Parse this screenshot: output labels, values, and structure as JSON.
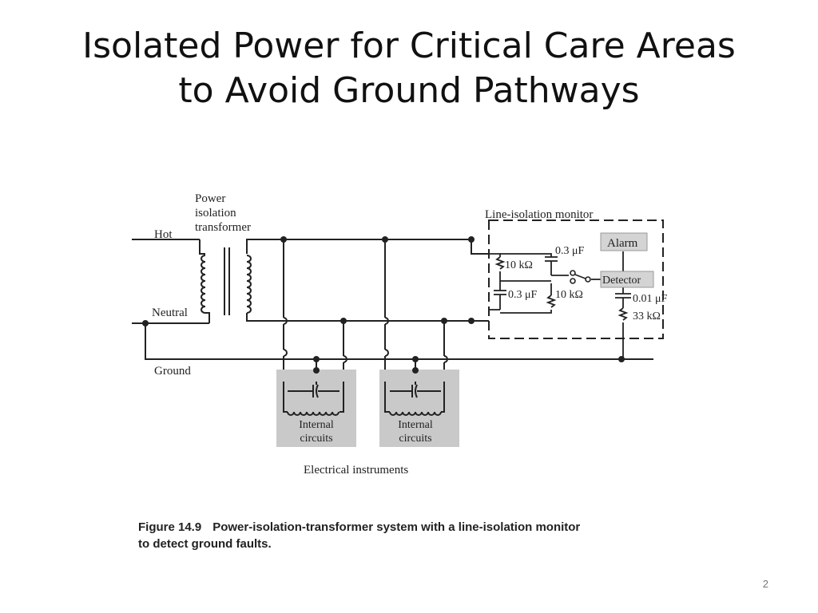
{
  "slide": {
    "title_line1": "Isolated Power for Critical Care Areas",
    "title_line2": "to Avoid Ground Pathways",
    "number": "2"
  },
  "diagram": {
    "labels": {
      "power_line1": "Power",
      "power_line2": "isolation",
      "power_line3": "transformer",
      "hot": "Hot",
      "neutral": "Neutral",
      "ground": "Ground",
      "monitor": "Line-isolation monitor",
      "alarm": "Alarm",
      "detector": "Detector",
      "cap_top": "0.3 μF",
      "res_left": "10 kΩ",
      "cap_bottom": "0.3 μF",
      "res_mid": "10 kΩ",
      "cap_detector": "0.01 μF",
      "res_detector": "33 kΩ",
      "internal_line1": "Internal",
      "internal_line2": "circuits",
      "instruments": "Electrical instruments"
    },
    "colors": {
      "wire": "#222222",
      "instrument_box": "#c9c9c9",
      "alarm_box": "#d4d4d4"
    }
  },
  "caption": {
    "number": "Figure 14.9",
    "text": "Power-isolation-transformer system with a line-isolation monitor",
    "text_line2": "to detect ground faults."
  }
}
